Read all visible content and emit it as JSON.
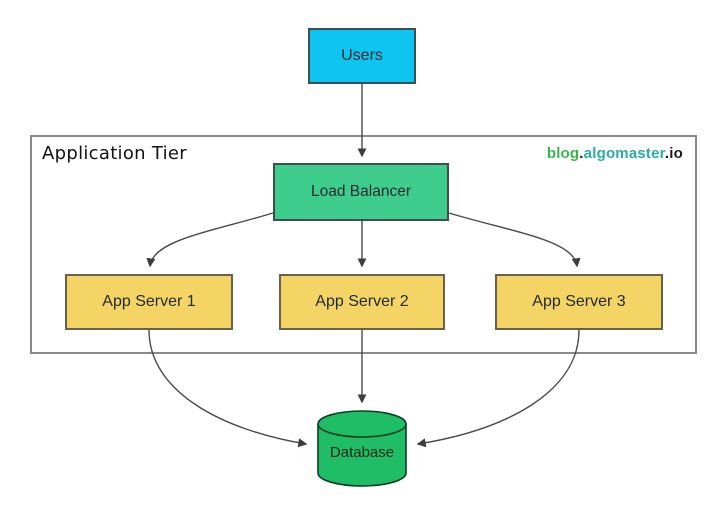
{
  "container": {
    "label": "Application Tier"
  },
  "watermark": {
    "blog": "blog",
    "dot": ".",
    "algomaster": "algomaster",
    "io": "io"
  },
  "nodes": {
    "users": {
      "label": "Users"
    },
    "load_balancer": {
      "label": "Load Balancer"
    },
    "app_server_1": {
      "label": "App Server 1"
    },
    "app_server_2": {
      "label": "App Server 2"
    },
    "app_server_3": {
      "label": "App Server 3"
    },
    "database": {
      "label": "Database"
    }
  },
  "edges": [
    {
      "from": "users",
      "to": "load_balancer"
    },
    {
      "from": "load_balancer",
      "to": "app_server_1"
    },
    {
      "from": "load_balancer",
      "to": "app_server_2"
    },
    {
      "from": "load_balancer",
      "to": "app_server_3"
    },
    {
      "from": "app_server_1",
      "to": "database"
    },
    {
      "from": "app_server_2",
      "to": "database"
    },
    {
      "from": "app_server_3",
      "to": "database"
    }
  ],
  "colors": {
    "users_fill": "#0FC4F0",
    "load_balancer_fill": "#3FCD8E",
    "app_server_fill": "#F3D464",
    "database_fill": "#1FBE66",
    "watermark_blog": "#39B54A",
    "watermark_algomaster": "#2BACA4",
    "watermark_io": "#1A1A1A",
    "arrow": "#4A4A4A",
    "container_border": "#8A8A8A"
  }
}
